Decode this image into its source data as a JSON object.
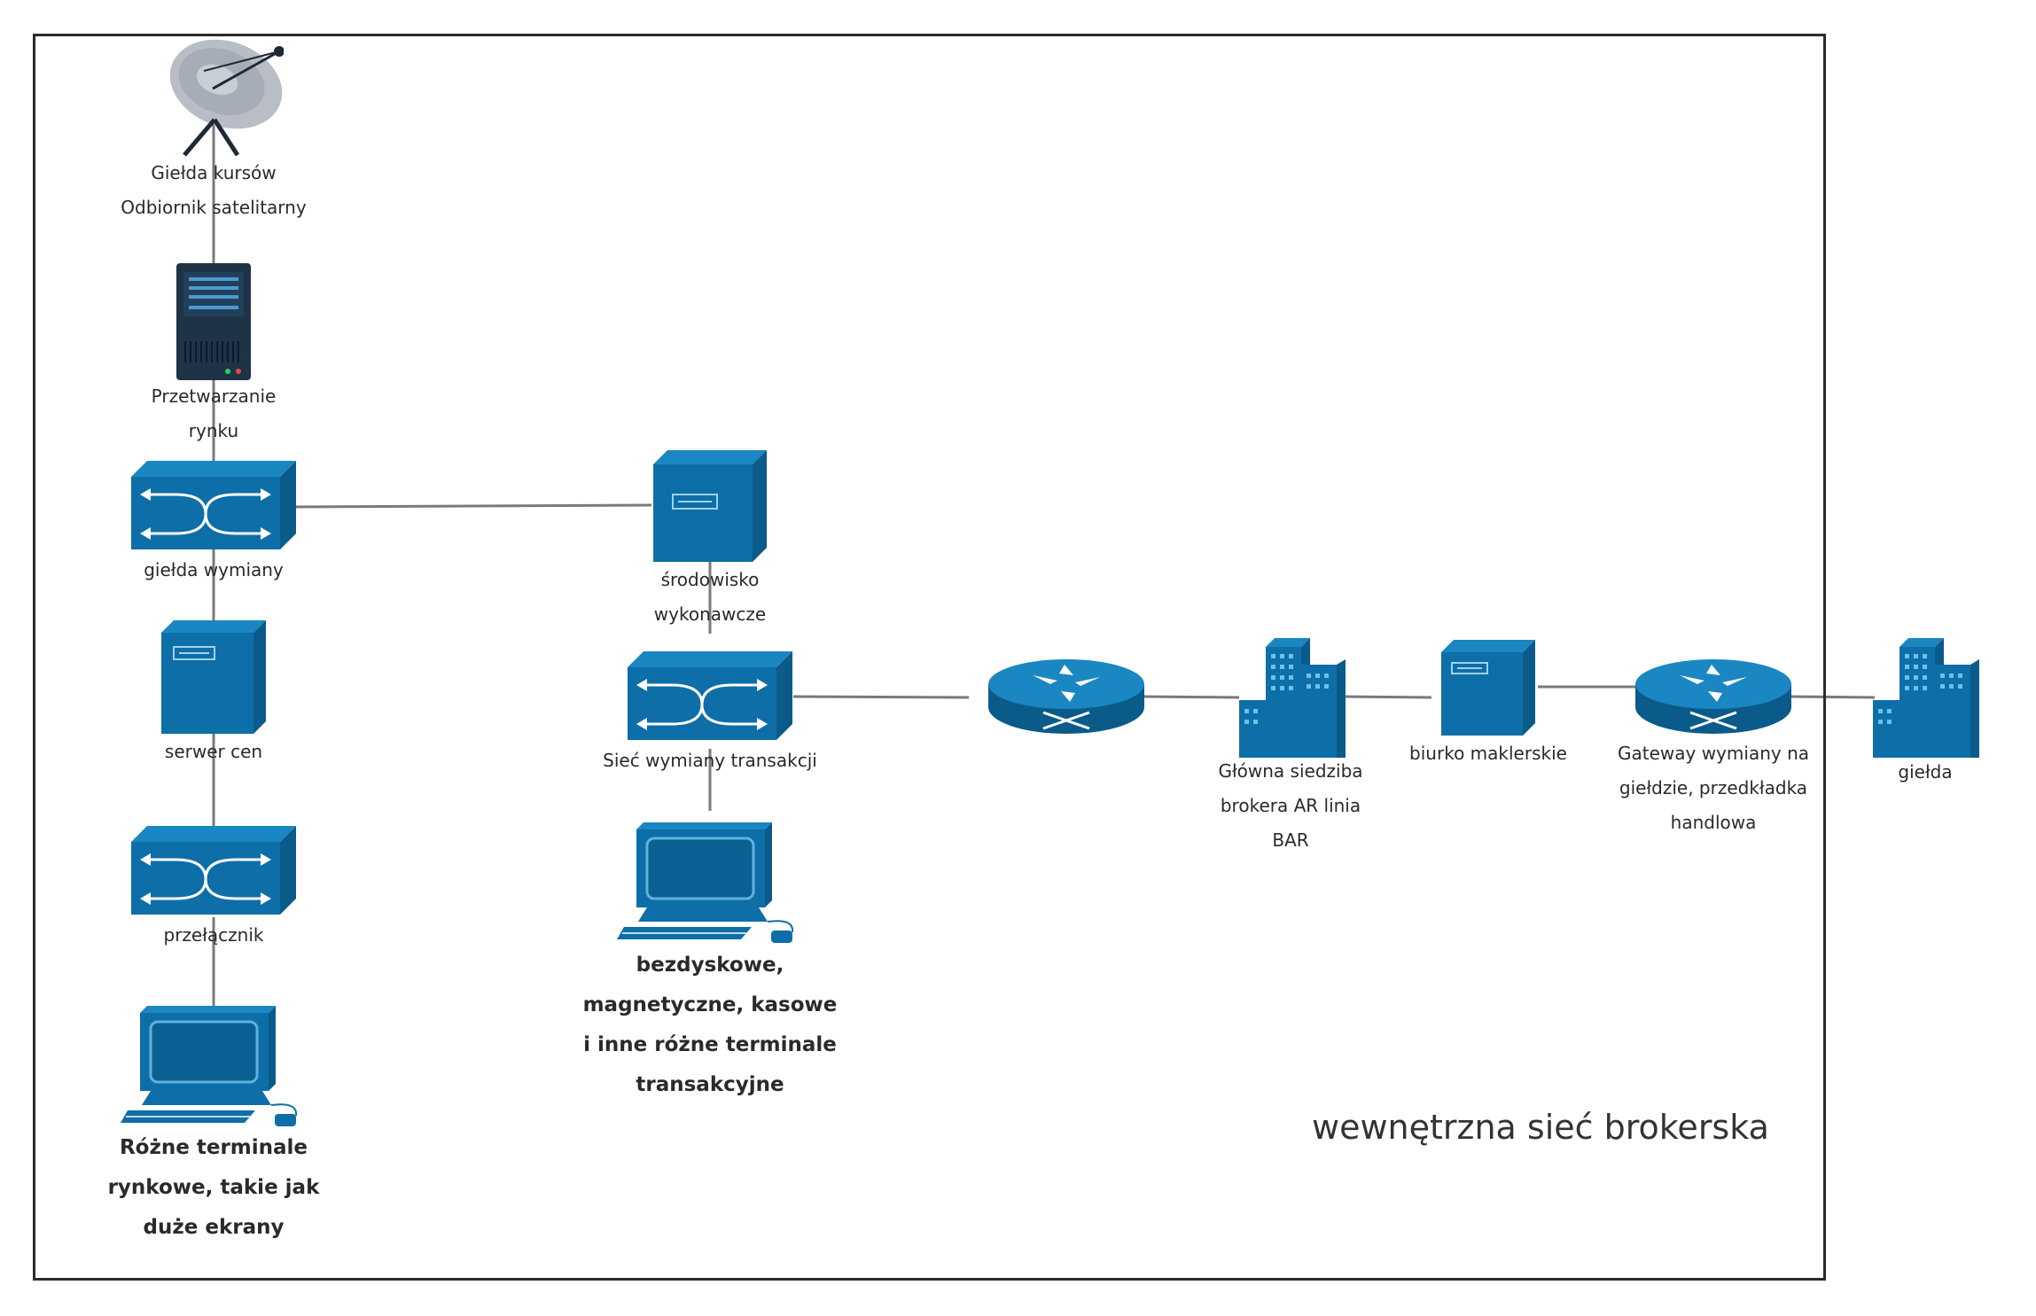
{
  "diagram": {
    "frame_title": "wewnętrzna sieć brokerska",
    "nodes": {
      "satellite": {
        "line1": "Giełda kursów",
        "line2": "Odbiornik satelitarny"
      },
      "market_processing": {
        "text": "Przetwarzanie rynku"
      },
      "exchange_switch": {
        "text": "giełda wymiany"
      },
      "price_server": {
        "text": "serwer cen"
      },
      "switch": {
        "text": "przełącznik"
      },
      "market_terminals": {
        "text": "Różne terminale rynkowe, takie jak duże ekrany"
      },
      "execution_env": {
        "text": "środowisko wykonawcze"
      },
      "transaction_network": {
        "text": "Sieć wymiany transakcji"
      },
      "transaction_terminals": {
        "text": "bezdyskowe, magnetyczne, kasowe i inne różne terminale transakcyjne"
      },
      "broker_hq": {
        "text": "Główna siedziba brokera AR linia BAR"
      },
      "brokerage_desk": {
        "text": "biurko maklerskie"
      },
      "exchange_gateway": {
        "text": "Gateway wymiany na giełdzie, przedkładka handlowa"
      },
      "exchange": {
        "text": "giełda"
      }
    },
    "colors": {
      "device_blue": "#0e6fa8",
      "device_blue_light": "#1a86c2",
      "device_blue_dark": "#0a5a8a",
      "connector": "#7a7a7a",
      "server_dark": "#1e3346",
      "satellite_grey": "#b9bec6"
    },
    "icons": [
      "satellite-dish-icon",
      "rack-server-icon",
      "switch-icon",
      "server-icon",
      "router-icon",
      "building-icon",
      "workstation-icon"
    ]
  }
}
